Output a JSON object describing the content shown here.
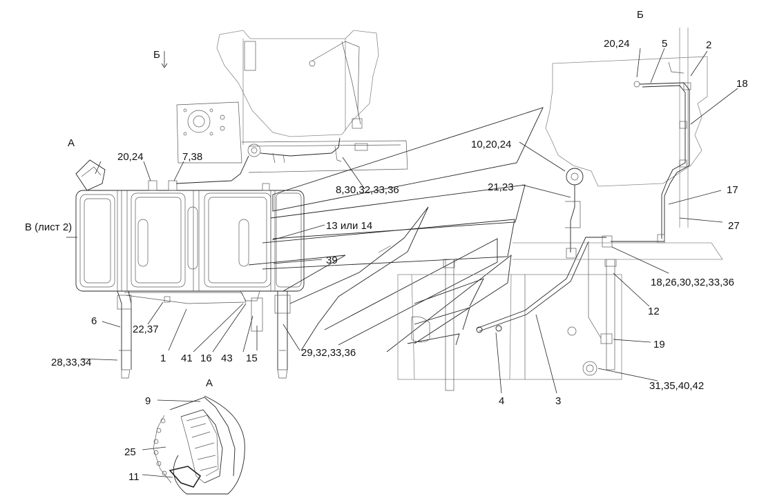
{
  "view_labels": {
    "a_main": "А",
    "a_detail": "А",
    "b_arrow": "Б",
    "b_view": "Б",
    "v_arrow": "В (лист 2)"
  },
  "callouts": {
    "c1": "1",
    "c2": "2",
    "c3": "3",
    "c4": "4",
    "c5": "5",
    "c6": "6",
    "c7_38": "7,38",
    "c8": "8,30,32,33,36",
    "c9": "9",
    "c10": "10,20,24",
    "c11": "11",
    "c12": "12",
    "c13": "13 или 14",
    "c15": "15",
    "c16": "16",
    "c17": "17",
    "c18": "18",
    "c18b": "18,26,30,32,33,36",
    "c19": "19",
    "c20_left": "20,24",
    "c20_right": "20,24",
    "c21": "21,23",
    "c22": "22,37",
    "c25": "25",
    "c27": "27",
    "c28": "28,33,34",
    "c29": "29,32,33,36",
    "c31": "31,35,40,42",
    "c39": "39",
    "c41": "41",
    "c43": "43"
  },
  "colors": {
    "line": "#222222",
    "background": "#ffffff",
    "light_line": "#888888"
  }
}
